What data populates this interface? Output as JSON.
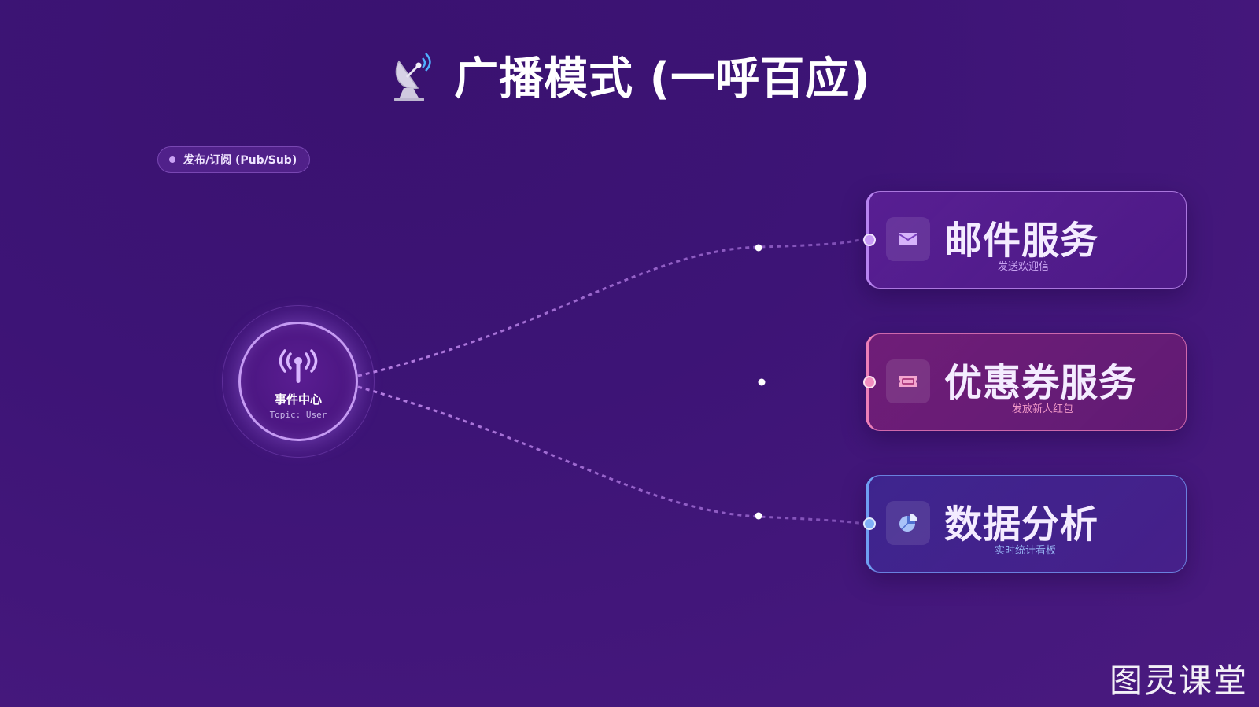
{
  "header": {
    "title": "广播模式 (一呼百应)",
    "icon": "satellite-dish-icon"
  },
  "badge": {
    "label": "发布/订阅 (Pub/Sub)"
  },
  "hub": {
    "label": "事件中心",
    "topic": "Topic: User",
    "icon": "antenna-broadcast-icon"
  },
  "subscribers": [
    {
      "title": "邮件服务",
      "subtitle": "发送欢迎信",
      "icon": "envelope-icon",
      "accent": "#b784f0"
    },
    {
      "title": "优惠券服务",
      "subtitle": "发放新人红包",
      "icon": "ticket-icon",
      "accent": "#ec7fb8"
    },
    {
      "title": "数据分析",
      "subtitle": "实时统计看板",
      "icon": "pie-chart-icon",
      "accent": "#6f9ff2"
    }
  ],
  "watermark": "图灵课堂",
  "colors": {
    "background": "#3f1577",
    "hub_border": "#c59af3",
    "link": "#b98ae8"
  }
}
